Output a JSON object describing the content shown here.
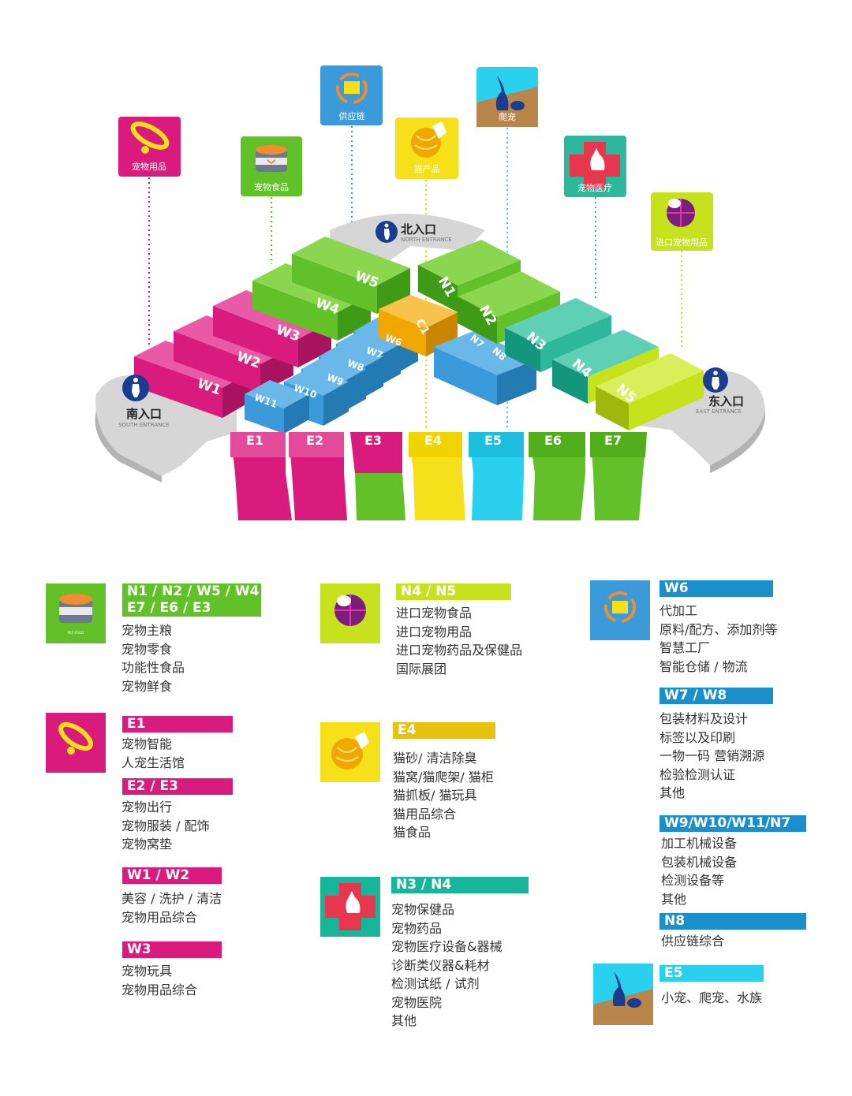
{
  "map": {
    "categories": [
      {
        "key": "pet_products",
        "label": "宠物用品",
        "color": "#d81b7c"
      },
      {
        "key": "pet_food",
        "label": "宠物食品",
        "color": "#62c128"
      },
      {
        "key": "supply_chain",
        "label": "供应链",
        "color": "#3b9ad9"
      },
      {
        "key": "cat_products",
        "label": "猫产品",
        "color": "#f6e01a"
      },
      {
        "key": "reptiles",
        "label": "爬宠",
        "color": "#b8864a"
      },
      {
        "key": "pet_medical",
        "label": "宠物医疗",
        "color": "#2db89c"
      },
      {
        "key": "imported",
        "label": "进口宠物用品",
        "color": "#c6e21d"
      }
    ],
    "halls": {
      "w1": "W1",
      "w2": "W2",
      "w3": "W3",
      "w4": "W4",
      "w5": "W5",
      "w6": "W6",
      "w7": "W7",
      "w8": "W8",
      "w9": "W9",
      "w10": "W10",
      "w11": "W11",
      "c1": "C1",
      "n1": "N1",
      "n2": "N2",
      "n3": "N3",
      "n4": "N4",
      "n5": "N5",
      "n7": "N7",
      "n8": "N8",
      "e1": "E1",
      "e2": "E2",
      "e3": "E3",
      "e4": "E4",
      "e5": "E5",
      "e6": "E6",
      "e7": "E7"
    },
    "entrances": {
      "north": {
        "cn": "北入口",
        "en": "NORTH ENTRANCE"
      },
      "south": {
        "cn": "南入口",
        "en": "SOUTH ENTRANCE"
      },
      "east": {
        "cn": "东入口",
        "en": "EAST ENTRANCE"
      }
    }
  },
  "legend": {
    "food": {
      "icon": "pet-food-icon",
      "color": "#62c128",
      "tag": "N1 / N2 / W5 / W4\nE7 / E6 / E3",
      "items": [
        "宠物主粮",
        "宠物零食",
        "功能性食品",
        "宠物鲜食"
      ]
    },
    "imported": {
      "icon": "imported-products-icon",
      "color": "#c6e21d",
      "tag": "N4 / N5",
      "items": [
        "进口宠物食品",
        "进口宠物用品",
        "进口宠物药品及保健品",
        "国际展团"
      ]
    },
    "supply": {
      "icon": "supply-chain-icon",
      "color": "#1a8fcc",
      "groups": [
        {
          "tag": "W6",
          "items": [
            "代加工",
            "原料/配方、添加剂等",
            "智慧工厂",
            "智能仓储 / 物流"
          ]
        },
        {
          "tag": "W7 / W8",
          "items": [
            "包装材料及设计",
            "标签以及印刷",
            "一物一码 营销溯源",
            "检验检测认证",
            "其他"
          ]
        },
        {
          "tag": "W9/W10/W11/N7",
          "items": [
            "加工机械设备",
            "包装机械设备",
            "检测设备等",
            "其他"
          ]
        },
        {
          "tag": "N8",
          "items": [
            "供应链综合"
          ]
        }
      ]
    },
    "products": {
      "icon": "pet-products-icon",
      "color": "#d81b7c",
      "groups": [
        {
          "tag": "E1",
          "items": [
            "宠物智能",
            "人宠生活馆"
          ]
        },
        {
          "tag": "E2 / E3",
          "items": [
            "宠物出行",
            "宠物服装 / 配饰",
            "宠物窝垫"
          ]
        },
        {
          "tag": "W1 / W2",
          "items": [
            "美容 / 洗护 / 清洁",
            "宠物用品综合"
          ]
        },
        {
          "tag": "W3",
          "items": [
            "宠物玩具",
            "宠物用品综合"
          ]
        }
      ]
    },
    "cat": {
      "icon": "cat-products-icon",
      "color": "#e7c20f",
      "tag": "E4",
      "items": [
        "猫砂/ 清洁除臭",
        "猫窝/猫爬架/ 猫柜",
        "猫抓板/ 猫玩具",
        "猫用品综合",
        "猫食品"
      ]
    },
    "medical": {
      "icon": "pet-medical-icon",
      "color": "#18b59a",
      "tag": "N3 / N4",
      "items": [
        "宠物保健品",
        "宠物药品",
        "宠物医疗设备&器械",
        "诊断类仪器&耗材",
        "检测试纸 / 试剂",
        "宠物医院",
        "其他"
      ]
    },
    "reptile": {
      "icon": "reptile-icon",
      "color": "#29d1ef",
      "tag": "E5",
      "items": [
        "小宠、爬宠、水族"
      ]
    }
  }
}
